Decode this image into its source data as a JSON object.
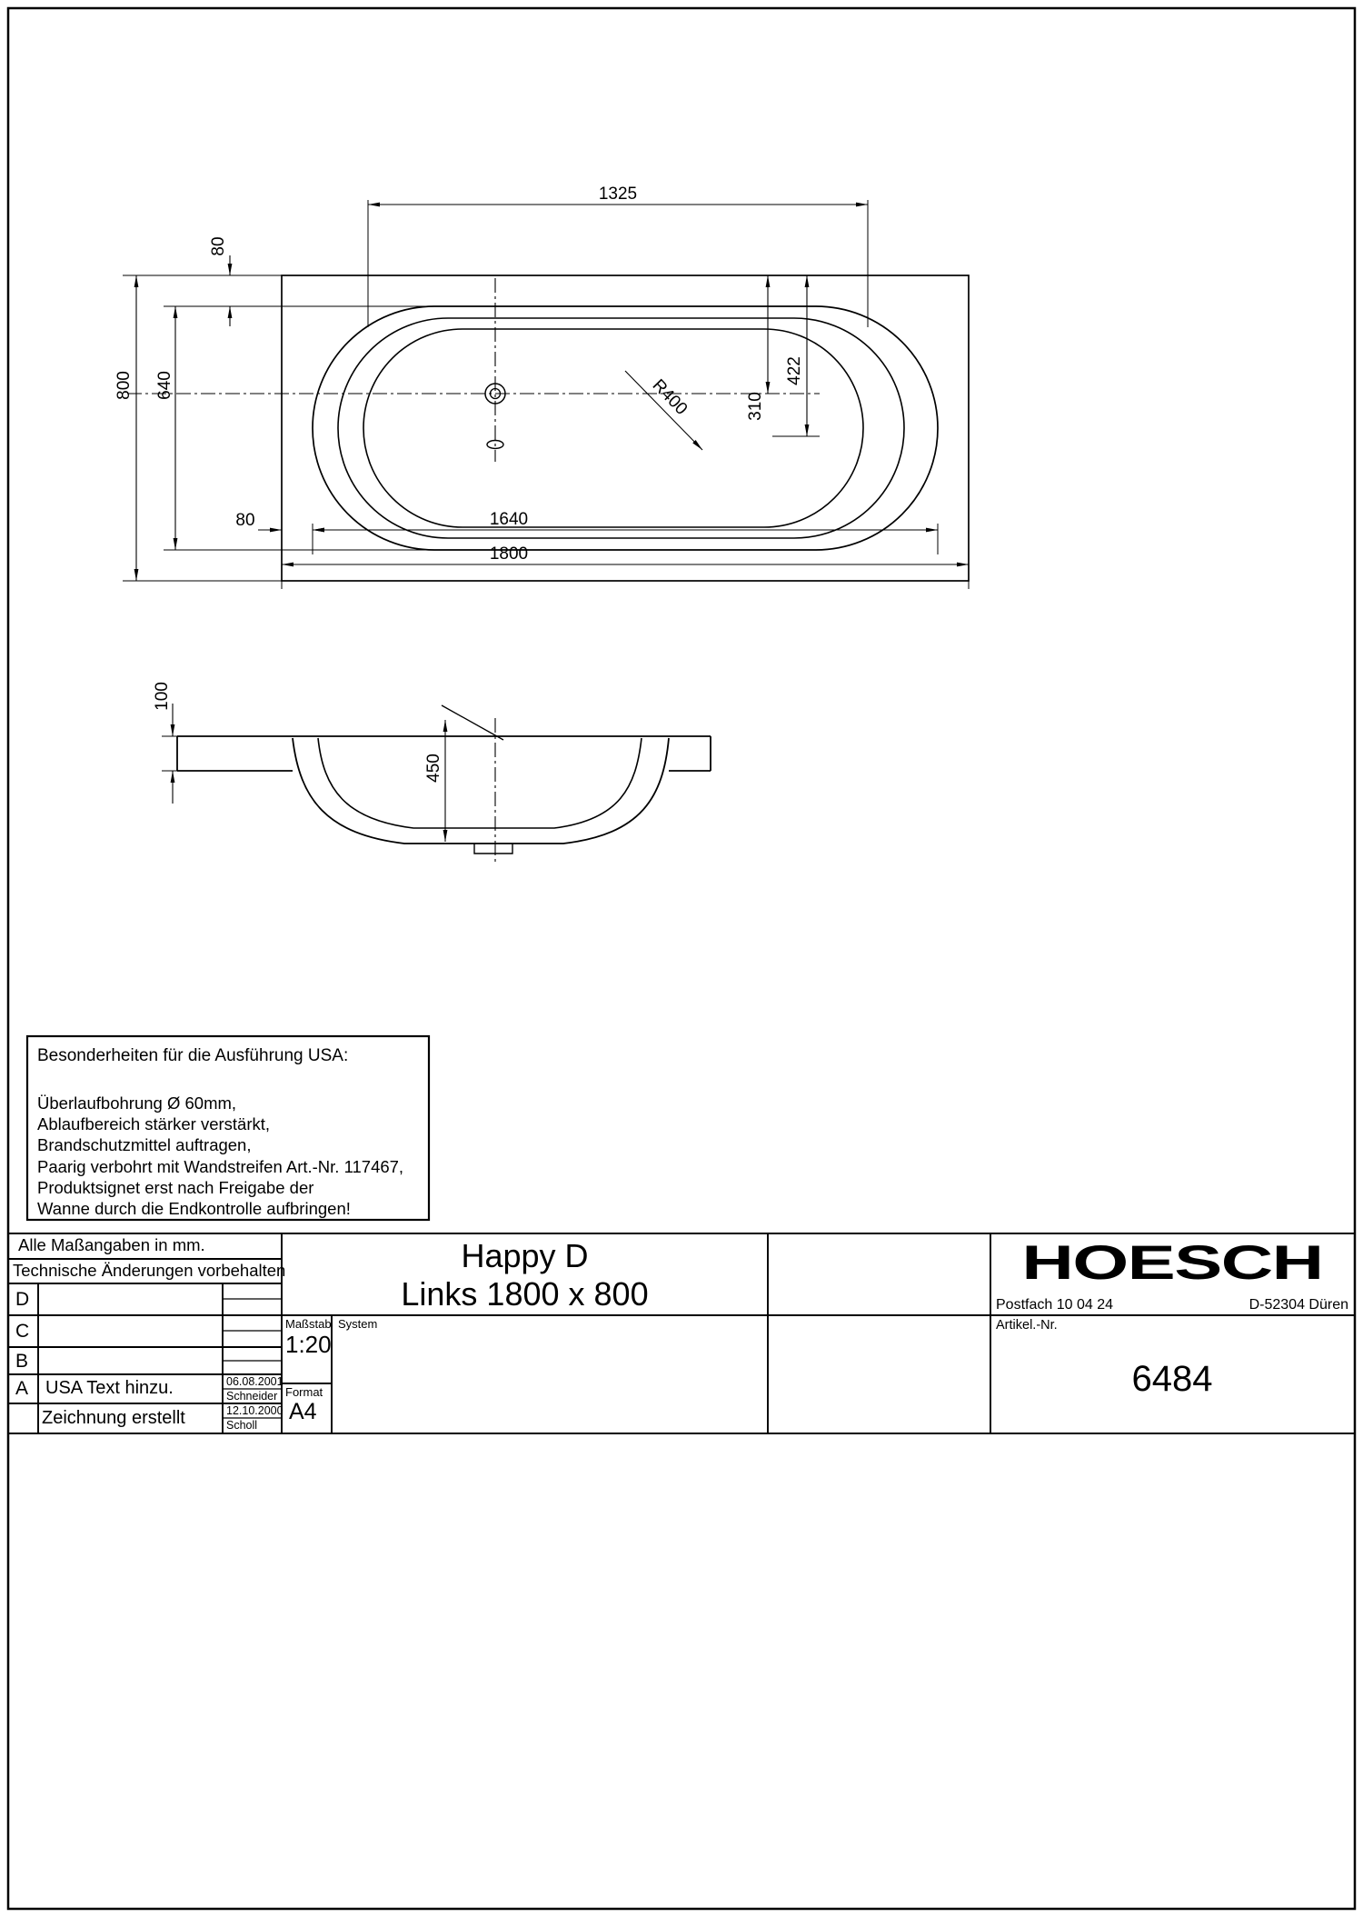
{
  "top_view": {
    "dims": {
      "d1325": "1325",
      "d80_top": "80",
      "d800": "800",
      "d640": "640",
      "d422": "422",
      "d310": "310",
      "r400": "R400",
      "d80_bottom": "80",
      "d1640": "1640",
      "d1800": "1800"
    }
  },
  "side_view": {
    "dims": {
      "d100": "100",
      "d450": "450"
    }
  },
  "usa_box": {
    "title": "Besonderheiten für die Ausführung USA:",
    "lines": [
      "Überlaufbohrung Ø 60mm,",
      "Ablaufbereich stärker verstärkt,",
      "Brandschutzmittel auftragen,",
      "Paarig verbohrt mit Wandstreifen Art.-Nr. 117467,",
      "Produktsignet erst nach Freigabe der",
      "Wanne durch die Endkontrolle aufbringen!"
    ]
  },
  "title_block": {
    "notice_line1": "Alle Maßangaben in mm.",
    "notice_line2": "Technische Änderungen vorbehalten",
    "revisions": [
      {
        "letter": "D",
        "desc": "",
        "date": "",
        "name": ""
      },
      {
        "letter": "C",
        "desc": "",
        "date": "",
        "name": ""
      },
      {
        "letter": "B",
        "desc": "",
        "date": "",
        "name": ""
      },
      {
        "letter": "A",
        "desc": "USA Text hinzu.",
        "date": "06.08.2001",
        "name": "Schneider"
      },
      {
        "letter": "",
        "desc": "Zeichnung erstellt",
        "date": "12.10.2000",
        "name": "Scholl"
      }
    ],
    "title_line1": "Happy D",
    "title_line2": "Links 1800 x 800",
    "scale_label": "Maßstab",
    "scale_value": "1:20",
    "system_label": "System",
    "format_label": "Format",
    "format_value": "A4",
    "brand": "HOESCH",
    "address_left": "Postfach 10 04 24",
    "address_right": "D-52304 Düren",
    "article_label": "Artikel.-Nr.",
    "article_value": "6484"
  }
}
